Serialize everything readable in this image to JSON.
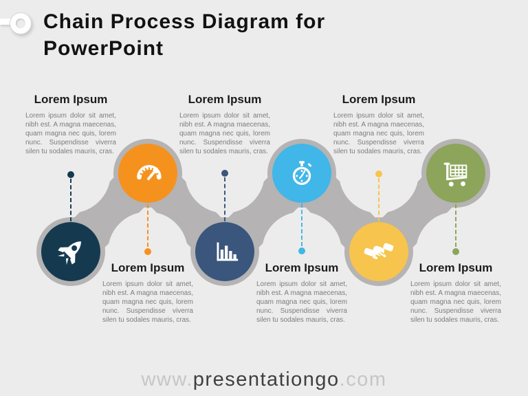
{
  "title": {
    "line1": "Chain Process Diagram for",
    "line2": "PowerPoint"
  },
  "footer": {
    "prefix": "www.",
    "brand": "presentationgo",
    "suffix": ".com"
  },
  "colors": {
    "page_bg": "#EDECEC",
    "chain": "#B5B3B3",
    "title": "#121212",
    "heading": "#1B1B1B",
    "body": "#7C7C7C",
    "footer_brand": "#3F3F3F",
    "footer_muted": "#C6C6C6"
  },
  "steps": [
    {
      "id": 1,
      "position": "bottom",
      "icon": "rocket-icon",
      "color": "#153A50",
      "heading": "Lorem Ipsum",
      "body": "Lorem ipsum dolor sit amet, nibh est. A magna maecenas, quam magna nec quis, lorem nunc. Suspendisse viverra silen tu sodales mauris, cras."
    },
    {
      "id": 2,
      "position": "top",
      "icon": "speedometer-icon",
      "color": "#F5921E",
      "heading": "Lorem Ipsum",
      "body": "Lorem ipsum dolor sit amet, nibh est. A magna maecenas, quam magna nec quis, lorem nunc. Suspendisse viverra silen tu sodales mauris, cras."
    },
    {
      "id": 3,
      "position": "bottom",
      "icon": "bar-chart-icon",
      "color": "#3A567C",
      "heading": "Lorem Ipsum",
      "body": "Lorem ipsum dolor sit amet, nibh est. A magna maecenas, quam magna nec quis, lorem nunc. Suspendisse viverra silen tu sodales mauris, cras."
    },
    {
      "id": 4,
      "position": "top",
      "icon": "stopwatch-icon",
      "color": "#41B6E8",
      "heading": "Lorem Ipsum",
      "body": "Lorem ipsum dolor sit amet, nibh est. A magna maecenas, quam magna nec quis, lorem nunc. Suspendisse viverra silen tu sodales mauris, cras."
    },
    {
      "id": 5,
      "position": "bottom",
      "icon": "handshake-icon",
      "color": "#F7C44D",
      "heading": "Lorem Ipsum",
      "body": "Lorem ipsum dolor sit amet, nibh est. A magna maecenas, quam magna nec quis, lorem nunc. Suspendisse viverra silen tu sodales mauris, cras."
    },
    {
      "id": 6,
      "position": "top",
      "icon": "cart-icon",
      "color": "#8CA55B",
      "heading": "Lorem Ipsum",
      "body": "Lorem ipsum dolor sit amet, nibh est. A magna maecenas, quam magna nec quis, lorem nunc. Suspendisse viverra silen tu sodales mauris, cras."
    }
  ]
}
